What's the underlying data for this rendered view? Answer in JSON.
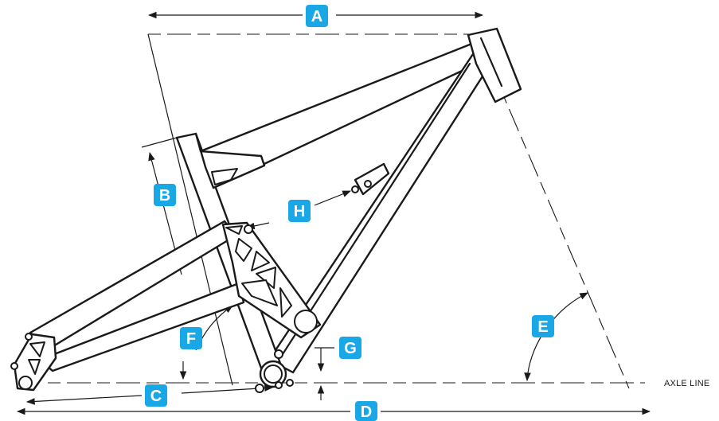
{
  "diagram": {
    "labels": {
      "A": "A",
      "B": "B",
      "C": "C",
      "D": "D",
      "E": "E",
      "F": "F",
      "G": "G",
      "H": "H"
    },
    "axle_line_label": "AXLE LINE",
    "colors": {
      "badge": "#1aa7e6",
      "line": "#1a1a1a",
      "background": "#ffffff"
    }
  }
}
